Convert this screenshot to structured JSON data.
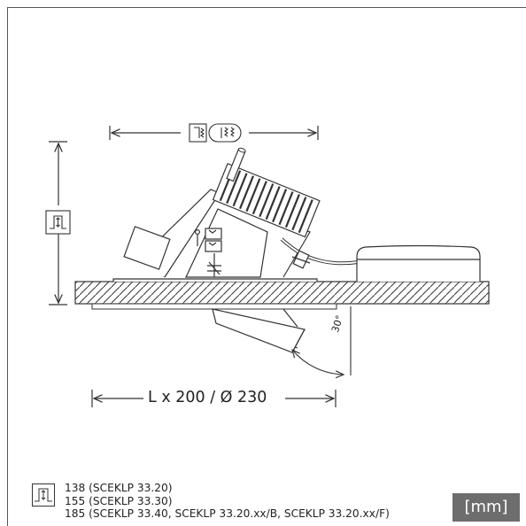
{
  "drawing": {
    "main_dimension": "L x 200 / Ø 230",
    "tilt_angle": "30°",
    "height_symbol": "height-icon",
    "cutout_symbols": [
      "cutout-depth-icon",
      "cutout-diameter-icon"
    ]
  },
  "legend": {
    "lines": [
      "138 (SCEKLP 33.20)",
      "155 (SCEKLP 33.30)",
      "185 (SCEKLP 33.40, SCEKLP 33.20.xx/B, SCEKLP 33.20.xx/F)"
    ]
  },
  "unit_badge": "[mm]",
  "colors": {
    "line": "#333333",
    "badge_bg": "#6d6d6d",
    "badge_text": "#ffffff"
  }
}
